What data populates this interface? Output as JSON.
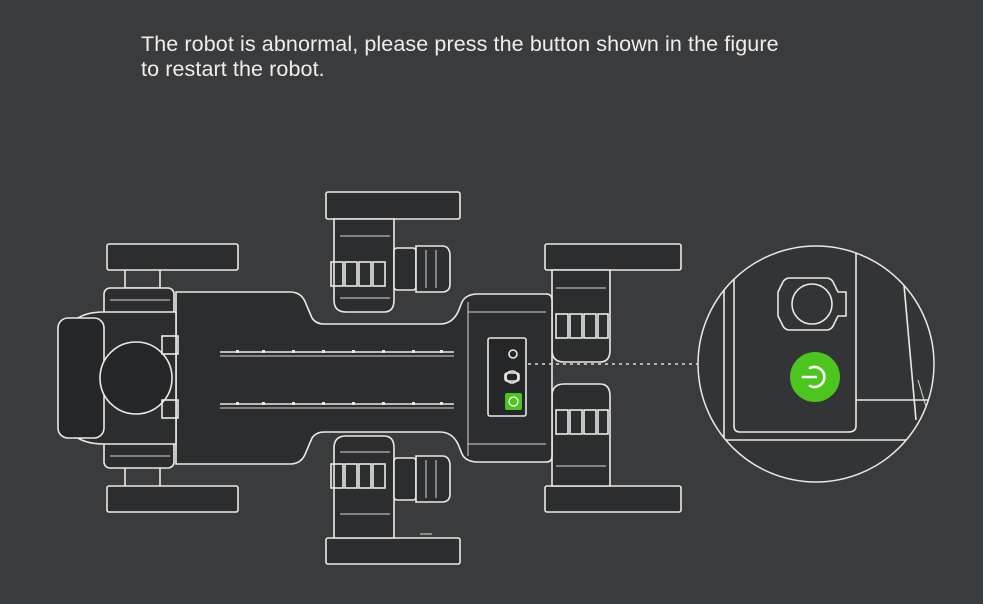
{
  "dialog": {
    "message_line1": "The robot is abnormal, please press the button shown in the figure",
    "message_line2": "to restart the robot."
  },
  "figure": {
    "subject": "robot-top-view",
    "highlighted_control": "power-button",
    "highlight_color": "#4cc61e",
    "background_color": "#3a3b3d",
    "line_color": "#e9e9e9"
  }
}
